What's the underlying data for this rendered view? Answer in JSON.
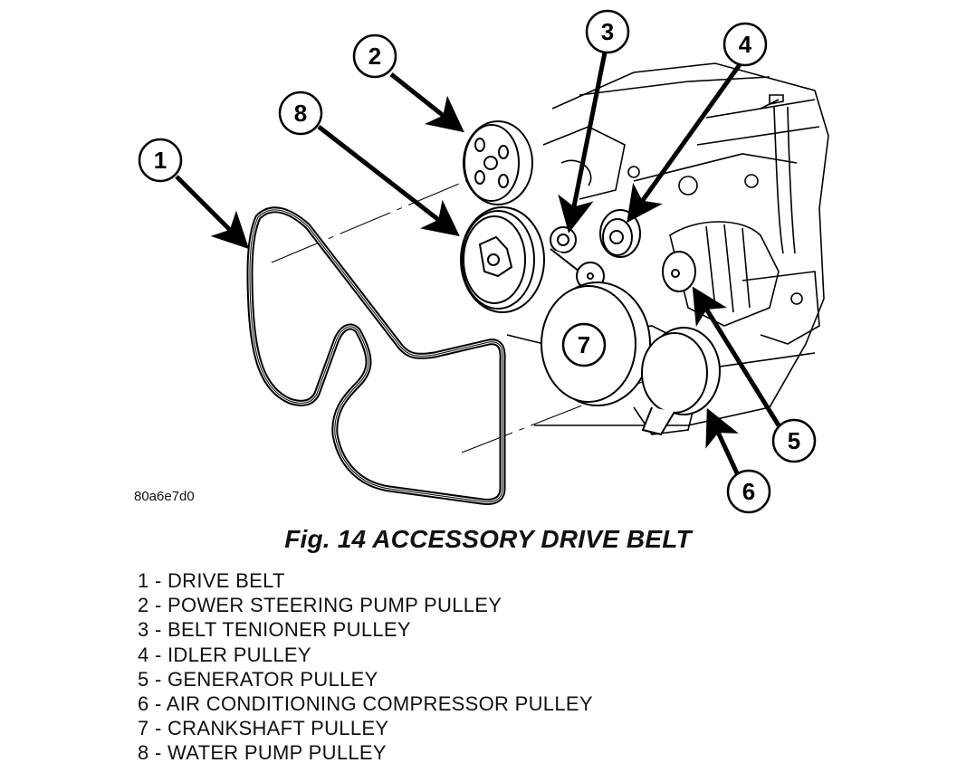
{
  "figure": {
    "image_id": "80a6e7d0",
    "caption": "Fig. 14 ACCESSORY DRIVE BELT",
    "callouts": [
      {
        "number": "1",
        "component": "drive-belt"
      },
      {
        "number": "2",
        "component": "power-steering-pump-pulley"
      },
      {
        "number": "3",
        "component": "belt-tensioner-pulley"
      },
      {
        "number": "4",
        "component": "idler-pulley"
      },
      {
        "number": "5",
        "component": "generator-pulley"
      },
      {
        "number": "6",
        "component": "air-conditioning-compressor-pulley"
      },
      {
        "number": "7",
        "component": "crankshaft-pulley"
      },
      {
        "number": "8",
        "component": "water-pump-pulley"
      }
    ]
  },
  "legend": [
    "1 - DRIVE BELT",
    "2 - POWER STEERING PUMP PULLEY",
    "3 - BELT TENIONER PULLEY",
    "4 - IDLER PULLEY",
    "5 - GENERATOR PULLEY",
    "6 - AIR CONDITIONING COMPRESSOR PULLEY",
    "7 - CRANKSHAFT PULLEY",
    "8 - WATER PUMP PULLEY"
  ]
}
